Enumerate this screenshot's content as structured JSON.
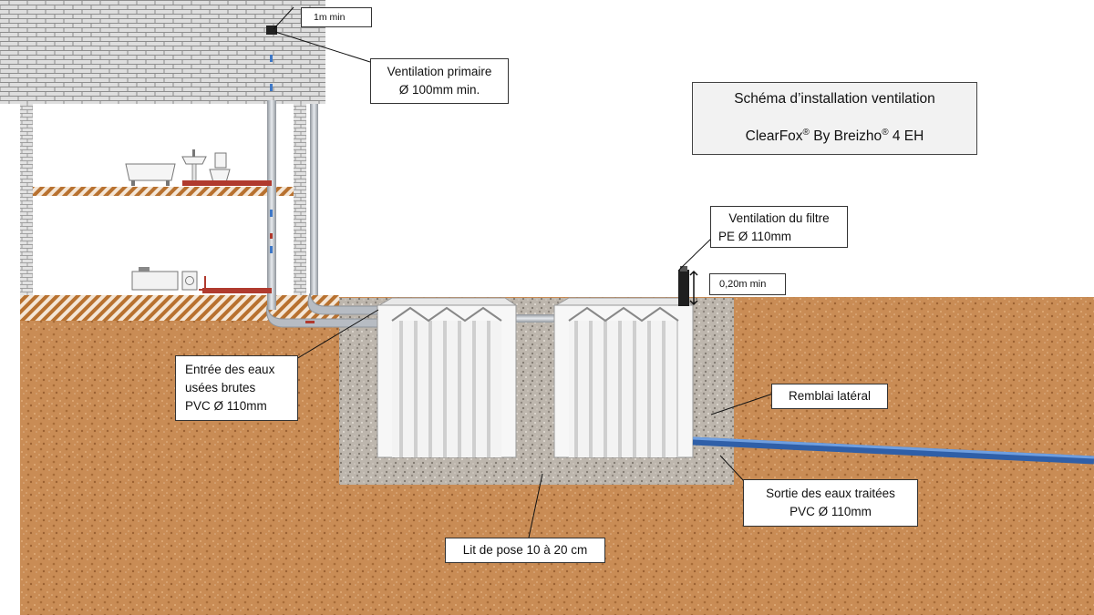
{
  "title": {
    "line1": "Schéma d’installation ventilation",
    "brand1": "ClearFox",
    "mark1": "®",
    "mid": " By Breizho",
    "mark2": "®",
    "tail": " 4 EH"
  },
  "labels": {
    "roof_min": "1m min",
    "vent_primary_line1": "Ventilation primaire",
    "vent_primary_line2": "Ø 100mm min.",
    "filter_vent_line1": "Ventilation du filtre",
    "filter_vent_line2": "PE Ø 110mm",
    "filter_height": "0,20m min",
    "inlet_line1": "Entrée des eaux",
    "inlet_line2": "usées brutes",
    "inlet_line3": "PVC Ø 110mm",
    "backfill": "Remblai latéral",
    "outlet_line1": "Sortie des eaux traitées",
    "outlet_line2": "PVC Ø 110mm",
    "bedding": "Lit de pose 10 à 20 cm"
  },
  "colors": {
    "soil": "#c98c55",
    "gravel": "#bdb6ad",
    "brick_wall": "#d9d9d9",
    "floor_hatch": "#b8712f",
    "pipe": "#b7bcc3",
    "drain_red": "#b03a2e",
    "outlet_pipe": "#3e78c8"
  },
  "icons": [
    "bathtub-icon",
    "washbasin-icon",
    "toilet-icon",
    "kitchen-sink-icon",
    "washing-machine-icon",
    "vent-cap-icon"
  ]
}
